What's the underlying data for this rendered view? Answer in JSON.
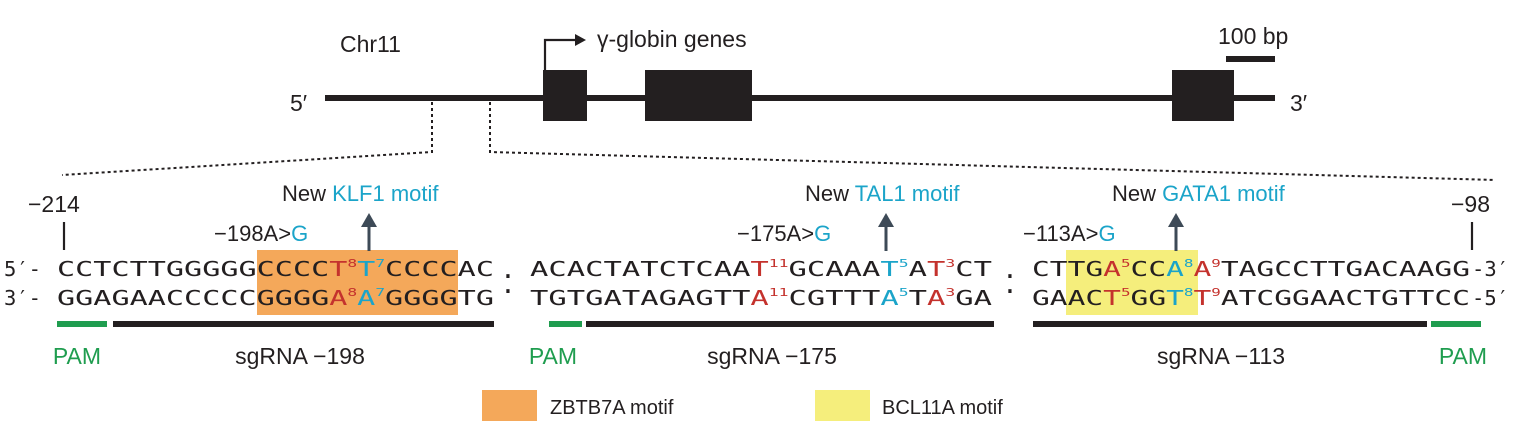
{
  "colors": {
    "black": "#231f20",
    "gray_arrow": "#3d4a57",
    "cyan": "#1ba4c9",
    "red": "#c4322d",
    "green": "#1f9d4f",
    "zbtb7a": "#f4a85a",
    "bcl11a": "#f5ee7c"
  },
  "header": {
    "chromosome": "Chr11",
    "gene_label": "γ-globin genes",
    "scale": "100 bp",
    "five_prime": "5′",
    "three_prime": "3′"
  },
  "positions": {
    "left": "−214",
    "right": "−98"
  },
  "edits": [
    {
      "mutation_prefix": "−198A>",
      "mutation_base": "G",
      "new_word": "New ",
      "motif": "KLF1 motif"
    },
    {
      "mutation_prefix": "−175A>",
      "mutation_base": "G",
      "new_word": "New ",
      "motif": "TAL1 motif"
    },
    {
      "mutation_prefix": "−113A>",
      "mutation_base": "G",
      "new_word": "New ",
      "motif": "GATA1 motif"
    }
  ],
  "sequence": {
    "top_prefix": "5′-",
    "top_suffix": "-3′",
    "bottom_prefix": "3′-",
    "bottom_suffix": "-5′",
    "segment_separator": "·",
    "top": [
      [
        {
          "t": "CCTCTTGGGGG"
        },
        {
          "t": "CCCC"
        },
        {
          "t": "T",
          "c": "red",
          "sup": "8"
        },
        {
          "t": "T",
          "c": "cyan",
          "sup": "7"
        },
        {
          "t": "CCCC"
        },
        {
          "t": "AC"
        }
      ],
      [
        {
          "t": "ACACTATCTCAA"
        },
        {
          "t": "T",
          "c": "red",
          "sup": "11"
        },
        {
          "t": "GCAAA"
        },
        {
          "t": "T",
          "c": "cyan",
          "sup": "5"
        },
        {
          "t": "A"
        },
        {
          "t": "T",
          "c": "red",
          "sup": "3"
        },
        {
          "t": "CT"
        }
      ],
      [
        {
          "t": "CT"
        },
        {
          "t": "TG"
        },
        {
          "t": "A",
          "c": "red",
          "sup": "5"
        },
        {
          "t": "CC"
        },
        {
          "t": "A",
          "c": "cyan",
          "sup": "8"
        },
        {
          "t": "A",
          "c": "red",
          "sup": "9"
        },
        {
          "t": "TAGCCTTGACAAGG"
        }
      ]
    ],
    "bottom": [
      [
        {
          "t": "GGAGAACCCCC"
        },
        {
          "t": "GGGG"
        },
        {
          "t": "A",
          "c": "red",
          "sup": "8"
        },
        {
          "t": "A",
          "c": "cyan",
          "sup": "7"
        },
        {
          "t": "GGGG"
        },
        {
          "t": "TG"
        }
      ],
      [
        {
          "t": "TGTGATAGAGTT"
        },
        {
          "t": "A",
          "c": "red",
          "sup": "11"
        },
        {
          "t": "CGTTT"
        },
        {
          "t": "A",
          "c": "cyan",
          "sup": "5"
        },
        {
          "t": "T"
        },
        {
          "t": "A",
          "c": "red",
          "sup": "3"
        },
        {
          "t": "GA"
        }
      ],
      [
        {
          "t": "GA"
        },
        {
          "t": "AC"
        },
        {
          "t": "T",
          "c": "red",
          "sup": "5"
        },
        {
          "t": "GG"
        },
        {
          "t": "T",
          "c": "cyan",
          "sup": "8"
        },
        {
          "t": "T",
          "c": "red",
          "sup": "9"
        },
        {
          "t": "ATCGGAACTGTTCC"
        }
      ]
    ]
  },
  "annotations": {
    "pam": "PAM",
    "sgrnas": [
      "sgRNA −198",
      "sgRNA −175",
      "sgRNA −113"
    ]
  },
  "legend": [
    {
      "label": "ZBTB7A motif",
      "color": "#f4a85a"
    },
    {
      "label": "BCL11A motif",
      "color": "#f5ee7c"
    }
  ]
}
